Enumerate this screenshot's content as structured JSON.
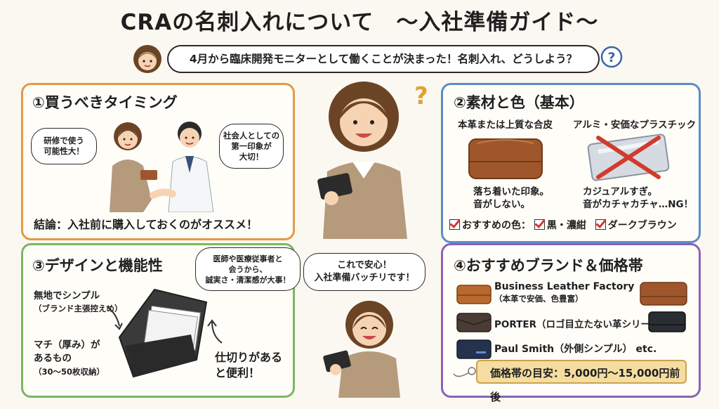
{
  "title": "CRAの名刺入れについて　～入社準備ガイド～",
  "intro_bubble": "4月から臨床開発モニターとして働くことが決まった！名刺入れ、どうしよう？",
  "section1": {
    "title": "①買うべきタイミング",
    "bubble_left_line1": "研修で使う",
    "bubble_left_line2": "可能性大！",
    "bubble_right_line1": "社会人としての",
    "bubble_right_line2": "第一印象が",
    "bubble_right_line3": "大切！",
    "conclusion": "結論：入社前に購入しておくのがオススメ！"
  },
  "section2": {
    "title": "②素材と色（基本）",
    "good_label": "本革または上質な合皮",
    "bad_label": "アルミ・安価なプラスチック",
    "good_note_line1": "落ち着いた印象。",
    "good_note_line2": "音がしない。",
    "bad_note_line1": "カジュアルすぎ。",
    "bad_note_line2": "音がカチャカチャ…NG！",
    "colors_label": "おすすめの色：",
    "color1": "黒・濃紺",
    "color2": "ダークブラウン"
  },
  "section3": {
    "title": "③デザインと機能性",
    "bubble_line1": "医師や医療従事者と",
    "bubble_line2": "会うから、",
    "bubble_line3": "誠実さ・清潔感が大事！",
    "point1_line1": "無地でシンプル",
    "point1_line2": "（ブランド主張控えめ）",
    "point2_line1": "マチ（厚み）が",
    "point2_line2": "あるもの",
    "point2_line3": "（30〜50枚収納）",
    "point3_line1": "仕切りがある",
    "point3_line2": "と便利！"
  },
  "center_bottom_bubble_line1": "これで安心！",
  "center_bottom_bubble_line2": "入社準備バッチリです！",
  "section4": {
    "title": "④おすすめブランド＆価格帯",
    "brand1_name": "Business Leather Factory",
    "brand1_note": "（本革で安価、色豊富）",
    "brand2_name": "PORTER（ロゴ目立たない革シリーズ）",
    "brand3_name": "Paul Smith（外側シンプル） etc.",
    "price": "価格帯の目安：5,000円〜15,000円前後"
  },
  "colors": {
    "orange": "#e39a44",
    "blue": "#5b8dc5",
    "green": "#7ab760",
    "purple": "#8b62b5",
    "leather_brown": "#a0562b",
    "red_x": "#d23a2f"
  }
}
